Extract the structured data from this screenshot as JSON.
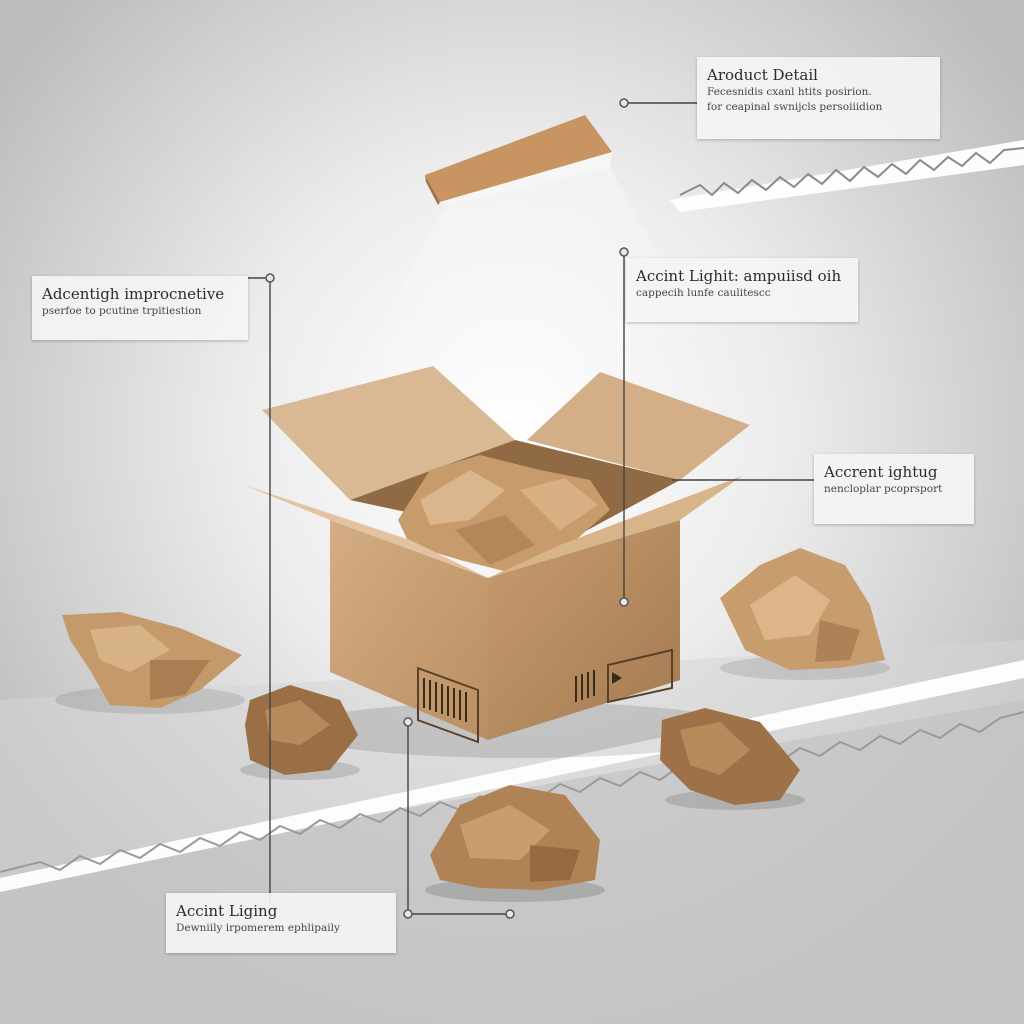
{
  "callouts": [
    {
      "id": "product-detail",
      "title": "Aroduct Detail",
      "lines": [
        "Fecesnidis cxanl htits posirion.",
        "for ceapinal swnijcls persoiiidion"
      ]
    },
    {
      "id": "adcentigh",
      "title": "Adcentigh improcnetive",
      "lines": [
        "pserfoe to pcutine trpitiestion"
      ]
    },
    {
      "id": "accint-lighit",
      "title": "Accint Lighit:  ampuiisd oih",
      "lines": [
        "cappecih lunfe caulitescc"
      ]
    },
    {
      "id": "accent-lighting",
      "title": "Accrent ightug",
      "lines": [
        "nencloplar pcoprsport"
      ]
    },
    {
      "id": "accint-liging",
      "title": "Accint Liging",
      "lines": [
        "Dewniily irpomerem ephlipaily"
      ]
    }
  ],
  "colors": {
    "background": "#c9c9c9",
    "cardboard": "#c9a27a",
    "cardboard_dark": "#a87f56",
    "paper": "#b98f62",
    "card": "#f4f4f4",
    "leader_line": "#444444"
  }
}
